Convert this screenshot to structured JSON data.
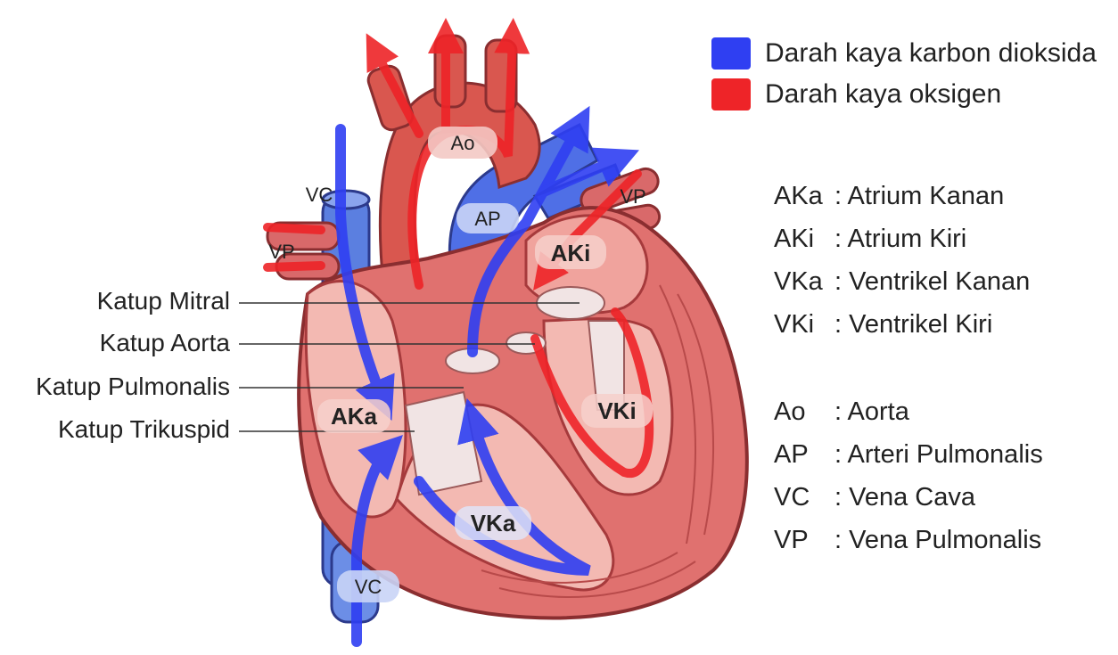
{
  "legend": [
    {
      "label": "Darah kaya karbon dioksida",
      "color": "#2f3ff2"
    },
    {
      "label": "Darah kaya oksigen",
      "color": "#ee2428"
    }
  ],
  "abbreviations": [
    {
      "code": "AKa",
      "name": ": Atrium Kanan"
    },
    {
      "code": "AKi",
      "name": ": Atrium Kiri"
    },
    {
      "code": "VKa",
      "name": ": Ventrikel Kanan"
    },
    {
      "code": "VKi",
      "name": ": Ventrikel Kiri"
    },
    {
      "code": "Ao",
      "name": ": Aorta"
    },
    {
      "code": "AP",
      "name": ": Arteri Pulmonalis"
    },
    {
      "code": "VC",
      "name": ": Vena Cava"
    },
    {
      "code": "VP",
      "name": ": Vena Pulmonalis"
    }
  ],
  "valves": [
    {
      "label": "Katup Mitral"
    },
    {
      "label": "Katup Aorta"
    },
    {
      "label": "Katup Pulmonalis"
    },
    {
      "label": "Katup Trikuspid"
    }
  ],
  "heart_labels": {
    "ao": "Ao",
    "ap": "AP",
    "vc_top": "VC",
    "vc_bottom": "VC",
    "vp_left": "VP",
    "vp_right": "VP",
    "aki": "AKi",
    "aka": "AKa",
    "vki": "VKi",
    "vka": "VKa"
  },
  "colors": {
    "deoxygenated": "#2f3ff2",
    "oxygenated": "#ee2428",
    "muscle": "#e0716f",
    "muscle_dark": "#a63a3c",
    "chamber_inner": "#f3b9b2",
    "vessel_blue": "#5b7fe0",
    "valve": "#f1e4e4"
  }
}
